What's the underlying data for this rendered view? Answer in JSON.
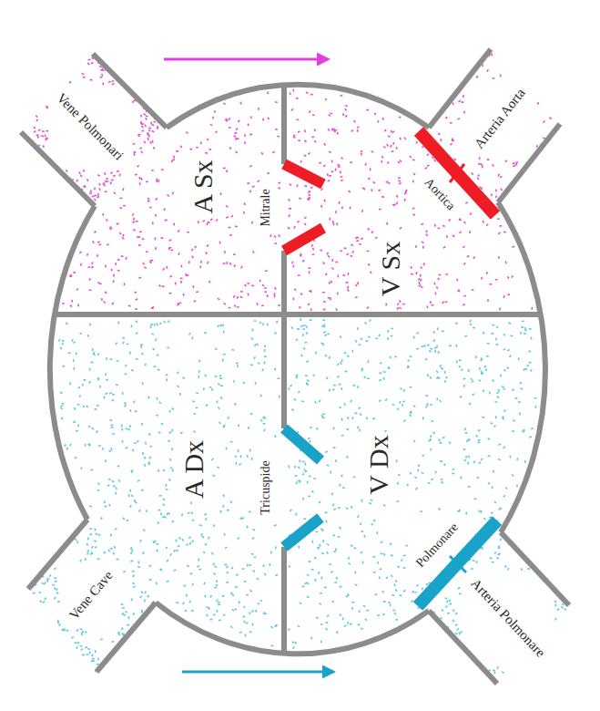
{
  "diagram": {
    "nodes": [
      {
        "text": [
          "A Sx"
        ]
      },
      {
        "text": [
          "V Sx"
        ]
      },
      {
        "text": [
          "A Dx"
        ]
      },
      {
        "text": [
          "V Dx"
        ]
      }
    ],
    "labels": [
      "Vene Polmonari",
      "Mitrale",
      "Aortica",
      "Arteria Aorta",
      "Tricuspide",
      "Polmonare",
      "Vene Cave",
      "Arteria Polmonare"
    ]
  }
}
